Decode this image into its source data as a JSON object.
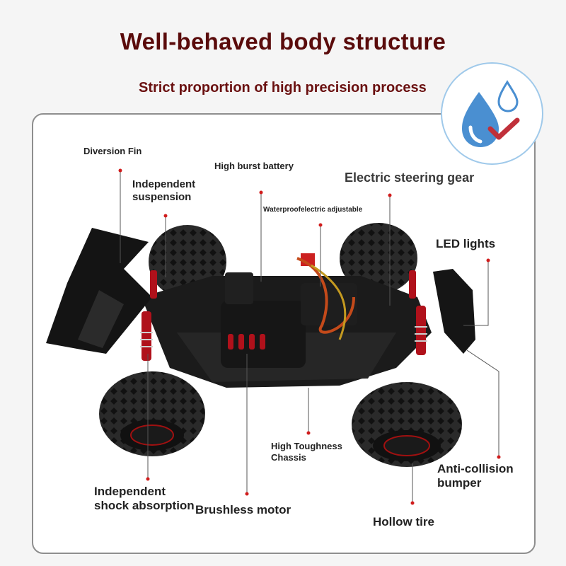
{
  "header": {
    "title": "Well-behaved body structure",
    "subtitle": "Strict proportion of high precision process"
  },
  "badge": {
    "icon": "waterproof-drops-check-icon",
    "accent": "#4a8fd1",
    "check_color": "#c0303a"
  },
  "labels": {
    "diversion_fin": "Diversion Fin",
    "independent_suspension": "Independent\nsuspension",
    "high_burst_battery": "High burst battery",
    "waterproof_esc": "Waterproofelectric adjustable",
    "steering_gear": "Electric steering gear",
    "led_lights": "LED lights",
    "chassis": "High Toughness\nChassis",
    "anti_collision": "Anti-collision\nbumper",
    "shock_absorption": "Independent\nshock absorption",
    "brushless_motor": "Brushless motor",
    "hollow_tire": "Hollow tire"
  },
  "colors": {
    "title": "#5a0b0b",
    "marker": "#d11c1c",
    "shock": "#b0111b"
  }
}
